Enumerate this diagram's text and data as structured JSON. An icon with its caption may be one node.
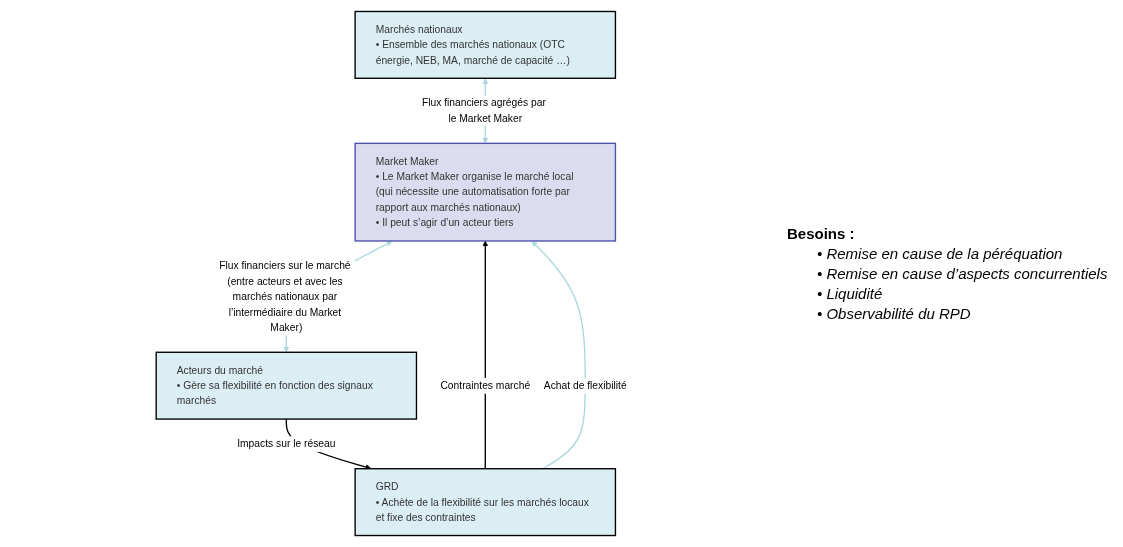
{
  "diagram": {
    "nodes": [
      {
        "text": [
          "Marchés nationaux",
          "• Ensemble des marchés nationaux (OTC énergie, NEB, MA, marché de capacité …)"
        ]
      },
      {
        "text": [
          "Market Maker",
          "• Le Market Maker organise le marché local (qui nécessite une automatisation forte par rapport aux marchés nationaux)",
          "• Il peut s’agir d’un acteur tiers"
        ]
      },
      {
        "text": [
          "Acteurs du marché",
          "• Gère sa flexibilité en fonction des signaux marchés"
        ]
      },
      {
        "text": [
          "GRD",
          "• Achète de la flexibilité sur les marchés locaux et fixe des contraintes"
        ]
      }
    ],
    "edges": [
      {
        "from": 0,
        "to": 1,
        "arrow": "both",
        "label": "Flux financiers agrégés par le Market Maker",
        "color": "#a9d8de"
      },
      {
        "from": 1,
        "to": 2,
        "arrow": "both",
        "label": "Flux financiers sur le marché (entre acteurs et avec les marchés nationaux par l’intermédiaire du Market Maker)",
        "color": "#a9d8de"
      },
      {
        "from": 3,
        "to": 1,
        "arrow": "to",
        "label": "Contraintes marché",
        "color": "#000000"
      },
      {
        "from": 3,
        "to": 1,
        "arrow": "to",
        "label": "Achat de flexibilité",
        "color": "#a9d8de"
      },
      {
        "from": 2,
        "to": 3,
        "arrow": "to",
        "label": "Impacts sur le réseau",
        "color": "#000000"
      }
    ],
    "labels": [
      "Besoins :",
      "• Remise en cause de la péréquation",
      "• Remise en cause d’aspects concurrentiels",
      "• Liquidité",
      "• Observabilité du RPD"
    ]
  }
}
